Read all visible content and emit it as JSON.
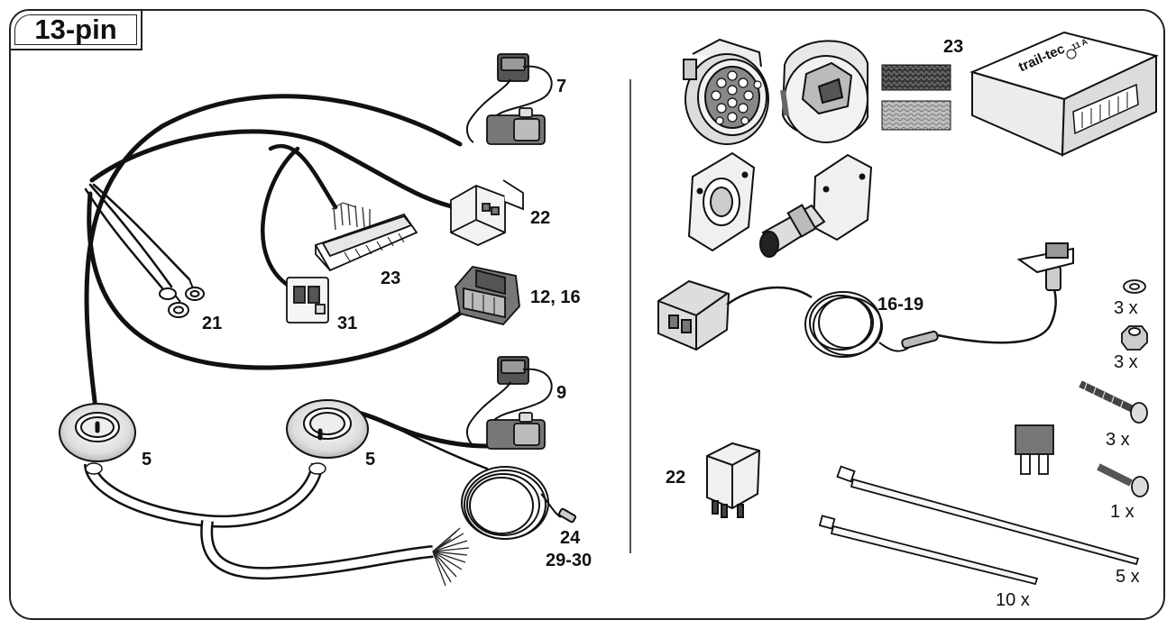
{
  "title": "13-pin",
  "left_labels": {
    "l7": "7",
    "l22": "22",
    "l23": "23",
    "l12_16": "12, 16",
    "l21": "21",
    "l31": "31",
    "l9": "9",
    "l5a": "5",
    "l5b": "5",
    "l24": "24",
    "l29_30": "29-30"
  },
  "right_labels": {
    "l23": "23",
    "l16_19": "16-19",
    "l22": "22"
  },
  "quantities": {
    "washer": "3 x",
    "nut": "3 x",
    "screw": "3 x",
    "small_screw": "1 x",
    "long_tie": "5 x",
    "short_tie": "10 x"
  },
  "module_text": {
    "brand": "trail-tec",
    "rating": "11 A"
  }
}
